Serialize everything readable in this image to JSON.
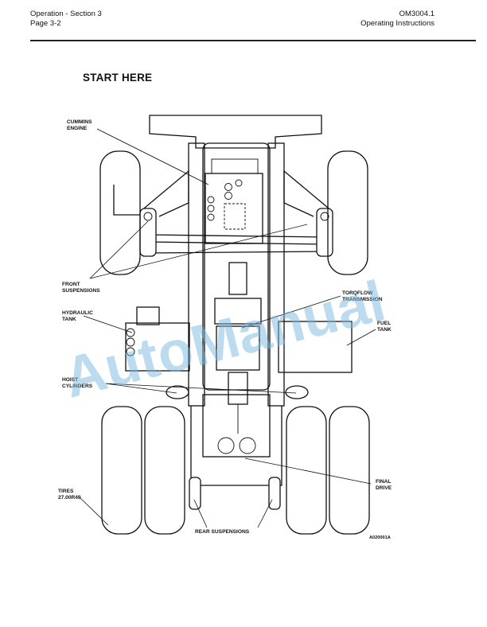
{
  "header": {
    "left_line1": "Operation - Section 3",
    "left_line2": "Page 3-2",
    "right_line1": "OM3004.1",
    "right_line2": "Operating Instructions"
  },
  "title": "START HERE",
  "labels": {
    "cummins_1": "CUMMINS",
    "cummins_2": "ENGINE",
    "front_1": "FRONT",
    "front_2": "SUSPENSIONS",
    "hyd_1": "HYDRAULIC",
    "hyd_2": "TANK",
    "hoist_1": "HOIST",
    "hoist_2": "CYLINDERS",
    "tires_1": "TIRES",
    "tires_2": "27.00R49",
    "torq_1": "TORQFLOW",
    "torq_2": "TRANSMISSION",
    "fuel_1": "FUEL",
    "fuel_2": "TANK",
    "final_1": "FINAL",
    "final_2": "DRIVE",
    "rear": "REAR SUSPENSIONS",
    "code": "A020001A"
  },
  "watermark": "AutoManual"
}
